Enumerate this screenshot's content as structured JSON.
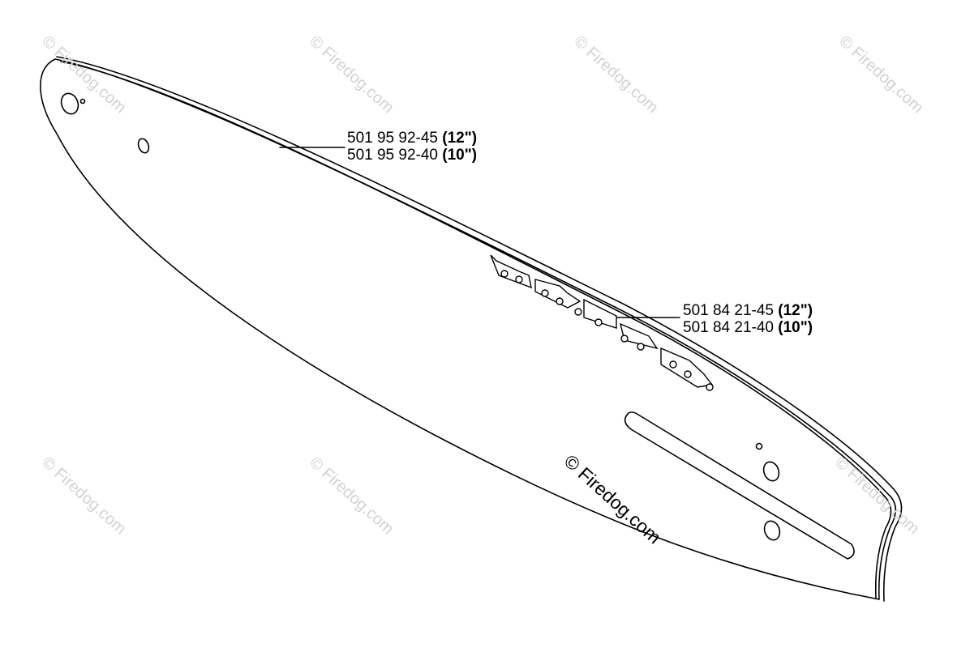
{
  "bar_callout": {
    "line1_number": "501 95 92-45",
    "line1_size": "(12\")",
    "line2_number": "501 95 92-40",
    "line2_size": "(10\")"
  },
  "chain_callout": {
    "line1_number": "501 84 21-45",
    "line1_size": "(12\")",
    "line2_number": "501 84 21-40",
    "line2_size": "(10\")"
  },
  "watermark": {
    "text": "© Firedog.com"
  }
}
